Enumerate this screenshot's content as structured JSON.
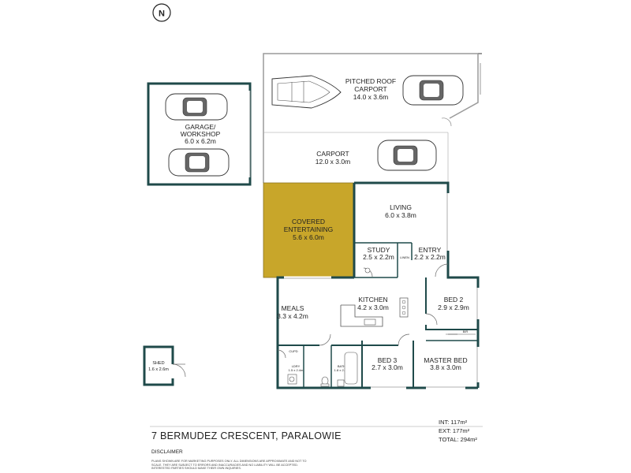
{
  "compass": {
    "letter": "N"
  },
  "rooms": {
    "carport_pitched": {
      "name1": "PITCHED ROOF",
      "name2": "CARPORT",
      "dims": "14.0 x 3.6m"
    },
    "garage": {
      "name1": "GARAGE/",
      "name2": "WORKSHOP",
      "dims": "6.0 x 6.2m"
    },
    "carport": {
      "name": "CARPORT",
      "dims": "12.0 x 3.0m"
    },
    "covered": {
      "name1": "COVERED",
      "name2": "ENTERTAINING",
      "dims": "5.6 x 6.0m"
    },
    "living": {
      "name": "LIVING",
      "dims": "6.0 x 3.8m"
    },
    "study": {
      "name": "STUDY",
      "dims": "2.5 x 2.2m"
    },
    "entry": {
      "name": "ENTRY",
      "dims": "2.2 x 2.2m"
    },
    "meals": {
      "name": "MEALS",
      "dims": "3.3 x 4.2m"
    },
    "kitchen": {
      "name": "KITCHEN",
      "dims": "4.2 x 3.0m"
    },
    "bed2": {
      "name": "BED 2",
      "dims": "2.9 x 2.9m"
    },
    "bed3": {
      "name": "BED 3",
      "dims": "2.7 x 3.0m"
    },
    "master": {
      "name": "MASTER BED",
      "dims": "3.8 x 3.0m"
    },
    "shed": {
      "name": "SHED",
      "dims": "1.6 x 2.6m"
    },
    "ldry": {
      "name": "LDRY",
      "dims": "1.5 x 2.4m"
    },
    "bath": {
      "name": "BATH",
      "dims": "1.8 x 2.4m"
    },
    "bir": {
      "name": "BIR"
    },
    "linen": {
      "name": "LINEN"
    },
    "cupd": {
      "name": "CUPD"
    }
  },
  "footer": {
    "address": "7 BERMUDEZ CRESCENT, PARALOWIE",
    "int": "INT: 117m²",
    "ext": "EXT: 177m²",
    "total": "TOTAL: 294m²",
    "disclaimer_title": "DISCLAIMER",
    "disclaimer_text": "PLANS SHOWN ARE FOR MARKETING PURPOSES ONLY. ALL DIMENSIONS ARE APPROXIMATE AND NOT TO SCALE. THEY ARE SUBJECT TO ERRORS AND INACCURACIES AND NO LIABILITY WILL BE ACCEPTED. INTERESTED PARTIES SHOULD MAKE THEIR OWN INQUIRIES."
  },
  "colors": {
    "wall": "#1f4a4a",
    "covered_fill": "#c8a62a",
    "line": "#9a9a9a"
  }
}
